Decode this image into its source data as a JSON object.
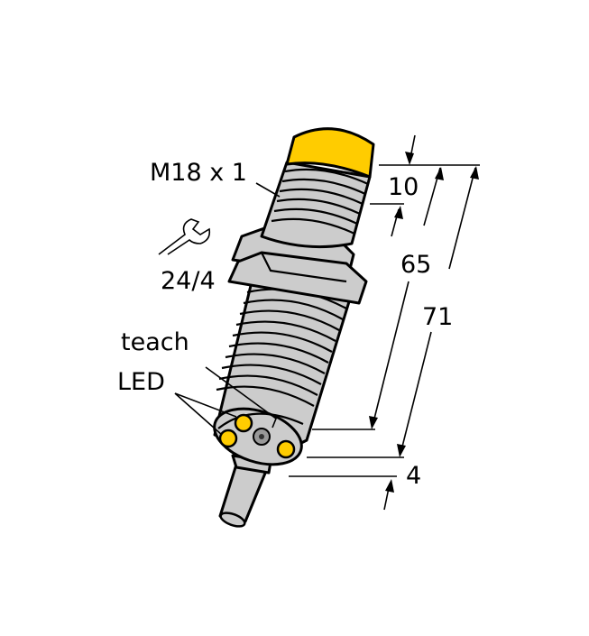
{
  "diagram": {
    "title": "Inductive proximity sensor dimension drawing",
    "labels": {
      "thread": "M18 x 1",
      "wrench": "24/4",
      "teach": "teach",
      "led": "LED"
    },
    "dimensions": {
      "cap_length": "10",
      "thread_length": "65",
      "total_length": "71",
      "cable_offset": "4"
    },
    "colors": {
      "cap": "#FFCC00",
      "body": "#CCCCCC",
      "led": "#FFCC00",
      "teach_button": "#999999",
      "outline": "#000000"
    }
  }
}
